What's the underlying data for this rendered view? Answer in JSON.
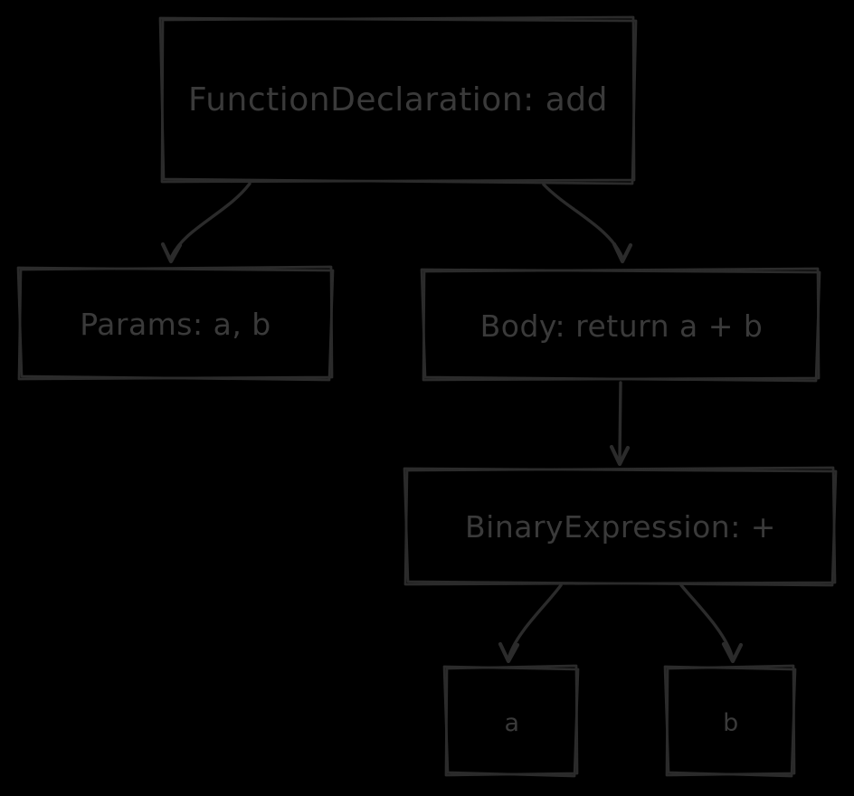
{
  "diagram": {
    "background_color": "#000000",
    "stroke_color": "#2b2b2b",
    "text_color": "#3a3a3a",
    "nodes": [
      {
        "id": "function-declaration",
        "label": "FunctionDeclaration: add"
      },
      {
        "id": "params",
        "label": "Params: a, b"
      },
      {
        "id": "body",
        "label": "Body: return a + b"
      },
      {
        "id": "binary-expression",
        "label": "BinaryExpression: +"
      },
      {
        "id": "operand-a",
        "label": "a"
      },
      {
        "id": "operand-b",
        "label": "b"
      }
    ],
    "edges": [
      {
        "from": "function-declaration",
        "to": "params"
      },
      {
        "from": "function-declaration",
        "to": "body"
      },
      {
        "from": "body",
        "to": "binary-expression"
      },
      {
        "from": "binary-expression",
        "to": "operand-a"
      },
      {
        "from": "binary-expression",
        "to": "operand-b"
      }
    ]
  }
}
